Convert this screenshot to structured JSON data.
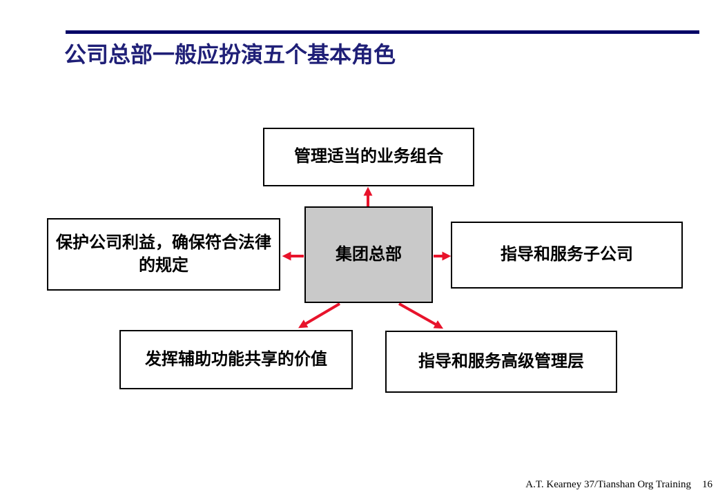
{
  "slide": {
    "title": "公司总部一般应扮演五个基本角色",
    "footer": {
      "credit": "A.T. Kearney 37/Tianshan Org Training",
      "page_number": "16"
    }
  },
  "colors": {
    "title_navy": "#1f1f77",
    "rule_navy": "#000066",
    "arrow_red": "#e8132b",
    "center_box_gray": "#c9c9c9",
    "box_border_black": "#000000",
    "background_white": "#ffffff"
  },
  "diagram": {
    "center": {
      "label": "集团总部"
    },
    "nodes": {
      "top": {
        "label": "管理适当的业务组合"
      },
      "left": {
        "lines": [
          "保护公司利益，确保符合法律",
          "的规定"
        ]
      },
      "right": {
        "label": "指导和服务子公司"
      },
      "bottom_left": {
        "label": "发挥辅助功能共享的价值"
      },
      "bottom_right": {
        "label": "指导和服务高级管理层"
      }
    },
    "arrows": [
      {
        "name": "arrow-up",
        "from": "center",
        "to": "top"
      },
      {
        "name": "arrow-left",
        "from": "center",
        "to": "left"
      },
      {
        "name": "arrow-right",
        "from": "center",
        "to": "right"
      },
      {
        "name": "arrow-down-left",
        "from": "center",
        "to": "bottom_left"
      },
      {
        "name": "arrow-down-right",
        "from": "center",
        "to": "bottom_right"
      }
    ]
  }
}
